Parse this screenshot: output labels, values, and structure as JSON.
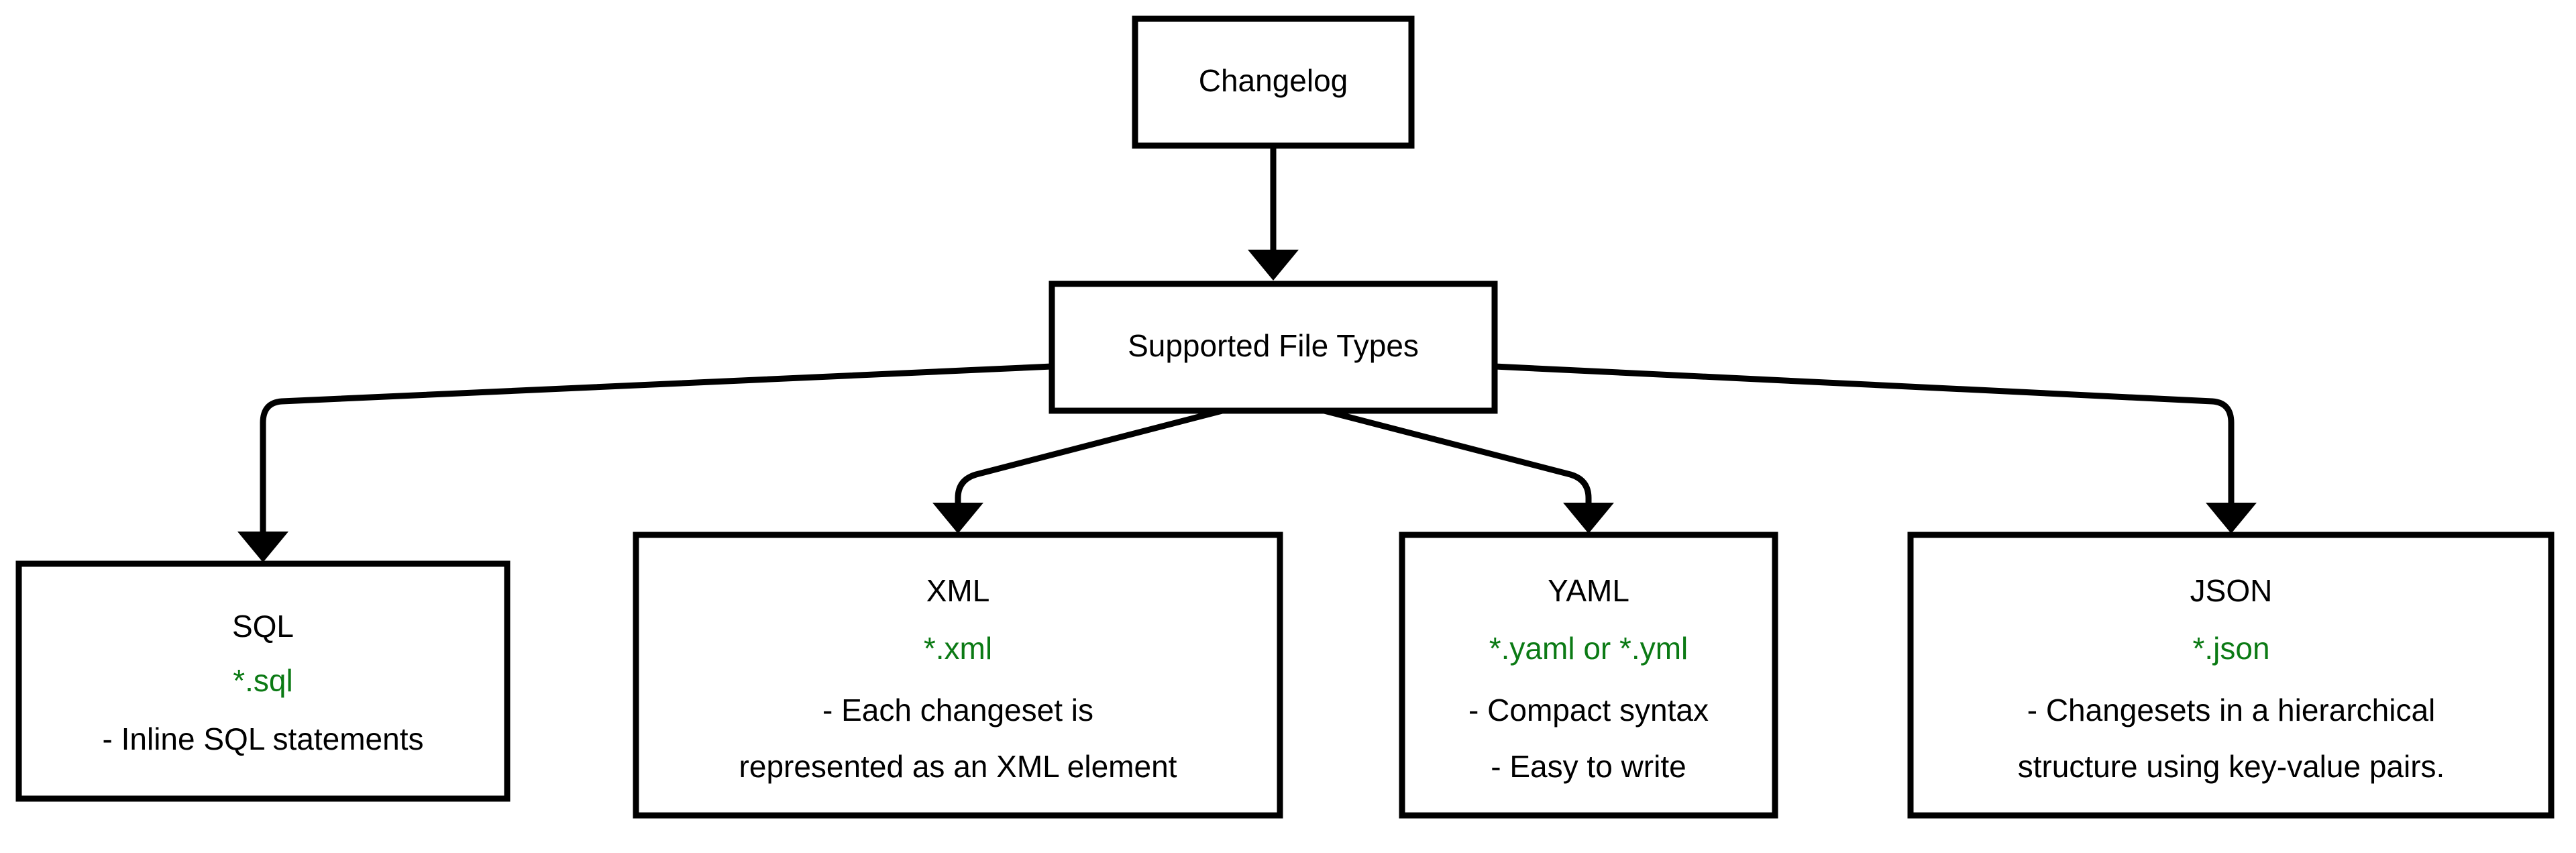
{
  "diagram": {
    "type": "flowchart",
    "orientation": "top-down",
    "background_color": "#ffffff",
    "line_color": "#000000",
    "accent_color": "#0b7a14",
    "root": {
      "label": "Changelog"
    },
    "parent": {
      "label": "Supported File Types"
    },
    "children": [
      {
        "id": "sql",
        "title": "SQL",
        "extension": "*.sql",
        "lines": [
          "- Inline SQL statements"
        ]
      },
      {
        "id": "xml",
        "title": "XML",
        "extension": "*.xml",
        "lines": [
          "- Each changeset is",
          "represented as an XML element"
        ]
      },
      {
        "id": "yaml",
        "title": "YAML",
        "extension": "*.yaml or *.yml",
        "lines": [
          "- Compact syntax",
          "- Easy to write"
        ]
      },
      {
        "id": "json",
        "title": "JSON",
        "extension": "*.json",
        "lines": [
          "- Changesets in a hierarchical",
          "structure using key-value pairs."
        ]
      }
    ],
    "edges": [
      {
        "from": "Changelog",
        "to": "Supported File Types"
      },
      {
        "from": "Supported File Types",
        "to": "SQL"
      },
      {
        "from": "Supported File Types",
        "to": "XML"
      },
      {
        "from": "Supported File Types",
        "to": "YAML"
      },
      {
        "from": "Supported File Types",
        "to": "JSON"
      }
    ]
  }
}
